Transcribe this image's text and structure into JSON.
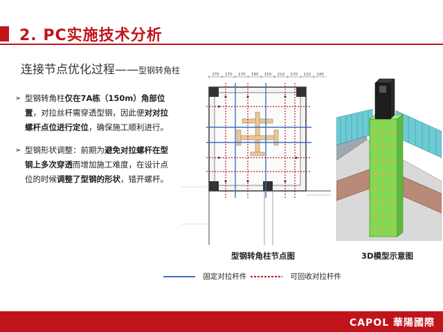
{
  "header": {
    "title": "2. PC实施技术分析"
  },
  "subtitle": {
    "main": "连接节点优化过程",
    "dash": "——",
    "sub": "型钢转角柱"
  },
  "bullets": [
    {
      "segments": [
        {
          "text": "型钢转角柱",
          "bold": false
        },
        {
          "text": "仅在7A栋（150m）角部位置",
          "bold": true
        },
        {
          "text": "，对拉丝杆需穿透型钢，因此便",
          "bold": false
        },
        {
          "text": "对对拉螺杆点位进行定位",
          "bold": true
        },
        {
          "text": "，确保施工顺利进行。",
          "bold": false
        }
      ]
    },
    {
      "segments": [
        {
          "text": "型钢形状调整：前期为",
          "bold": false
        },
        {
          "text": "避免对拉螺杆在型钢上多次穿透",
          "bold": true
        },
        {
          "text": "而增加施工难度，在设计点位的时候",
          "bold": false
        },
        {
          "text": "调整了型钢的形状",
          "bold": true
        },
        {
          "text": "，错开螺杆。",
          "bold": false
        }
      ]
    }
  ],
  "dims_top": [
    "270",
    "170",
    "170",
    "190",
    "150",
    "210",
    "170",
    "110",
    "140"
  ],
  "captions": {
    "plan": "型钢转角柱节点图",
    "model": "3D模型示意图"
  },
  "legend": {
    "fixed": "固定对拉杆件",
    "recoverable": "可回收对拉杆件",
    "fixed_color": "#3a6fc4",
    "recoverable_color": "#c0141c"
  },
  "footer": {
    "logo": "CAPOL 華陽國際",
    "color": "#c0141c"
  }
}
